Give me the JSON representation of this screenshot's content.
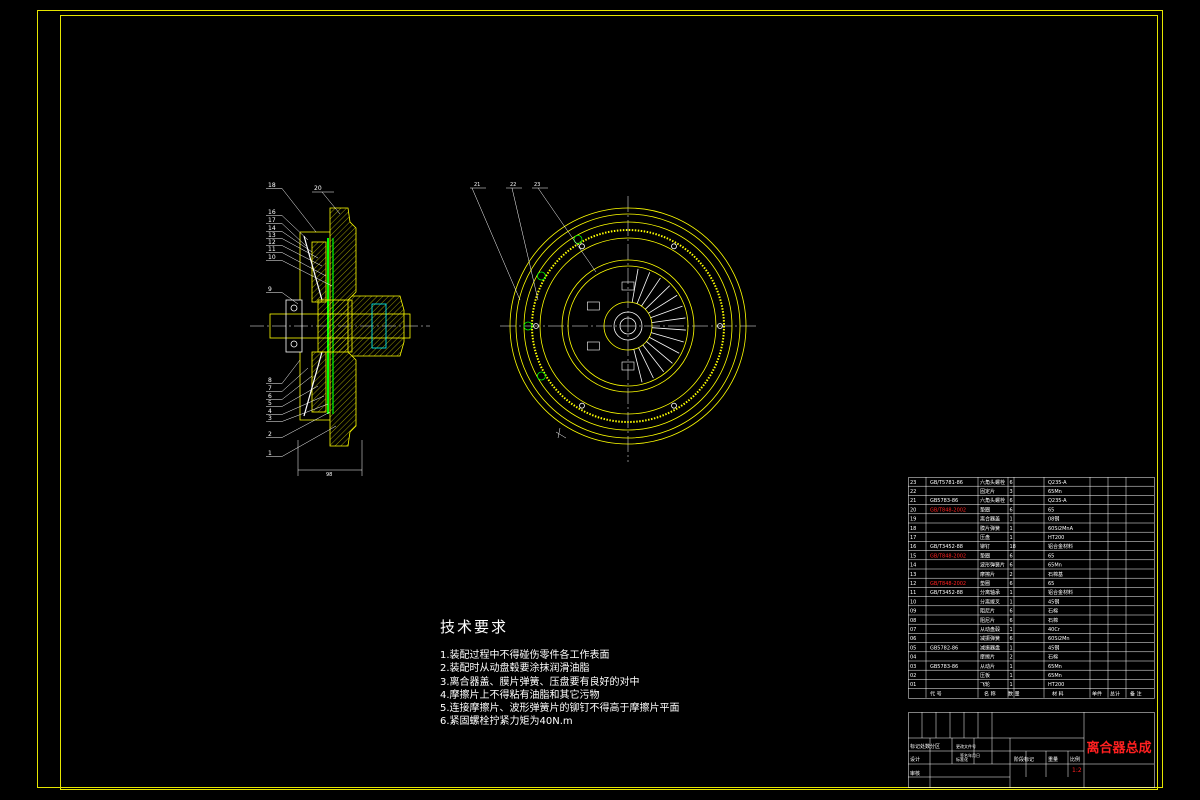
{
  "colors": {
    "frame": "#e6e600",
    "line": "#ffff00",
    "green": "#00ff00",
    "white": "#ffffff",
    "red": "#ff2020",
    "cyan": "#00ffff"
  },
  "drawing": {
    "side_view_labels_left": [
      "18",
      "16",
      "17",
      "14",
      "13",
      "12",
      "11",
      "10",
      "9",
      "8",
      "7",
      "6",
      "5",
      "4",
      "3",
      "2",
      "1"
    ],
    "side_view_label_top": "20",
    "dimension_text": "98",
    "front_view_labels": [
      "21",
      "22",
      "23"
    ]
  },
  "tech_requirements": {
    "title": "技术要求",
    "items": [
      "1.装配过程中不得碰伤零件各工作表面",
      "2.装配时从动盘毂要涂抹润滑油脂",
      "3.离合器盖、膜片弹簧、压盘要有良好的对中",
      "4.摩擦片上不得粘有油脂和其它污物",
      "5.连接摩擦片、波形弹簧片的铆钉不得高于摩擦片平面",
      "6.紧固螺栓拧紧力矩为40N.m"
    ]
  },
  "bom": {
    "rows": [
      {
        "no": "23",
        "code": "GB/T5781-86",
        "name": "六角头螺栓",
        "qty": "6",
        "mat": "Q235-A"
      },
      {
        "no": "22",
        "code": "",
        "name": "固定片",
        "qty": "3",
        "mat": "65Mn"
      },
      {
        "no": "21",
        "code": "GB5783-86",
        "name": "六角头螺栓",
        "qty": "6",
        "mat": "Q235-A"
      },
      {
        "no": "20",
        "code": "GB/T848-2002",
        "name": "垫圈",
        "qty": "6",
        "mat": "65"
      },
      {
        "no": "19",
        "code": "",
        "name": "离合器盖",
        "qty": "1",
        "mat": "08钢"
      },
      {
        "no": "18",
        "code": "",
        "name": "膜片弹簧",
        "qty": "1",
        "mat": "60Si2MnA"
      },
      {
        "no": "17",
        "code": "",
        "name": "压盘",
        "qty": "1",
        "mat": "HT200"
      },
      {
        "no": "16",
        "code": "GB/T3452-88",
        "name": "铆钉",
        "qty": "18",
        "mat": "铝合金材料"
      },
      {
        "no": "15",
        "code": "GB/T848-2002",
        "name": "垫圈",
        "qty": "6",
        "mat": "65"
      },
      {
        "no": "14",
        "code": "",
        "name": "波形弹簧片",
        "qty": "6",
        "mat": "65Mn"
      },
      {
        "no": "13",
        "code": "",
        "name": "摩擦片",
        "qty": "2",
        "mat": "石棉基"
      },
      {
        "no": "12",
        "code": "GB/T848-2002",
        "name": "垫圈",
        "qty": "6",
        "mat": "65"
      },
      {
        "no": "11",
        "code": "GB/T3452-88",
        "name": "分离轴承",
        "qty": "1",
        "mat": "铝合金材料"
      },
      {
        "no": "10",
        "code": "",
        "name": "分离拨叉",
        "qty": "1",
        "mat": "45钢"
      },
      {
        "no": "09",
        "code": "",
        "name": "阻尼片",
        "qty": "6",
        "mat": "石棉"
      },
      {
        "no": "08",
        "code": "",
        "name": "阻尼片",
        "qty": "6",
        "mat": "石棉"
      },
      {
        "no": "07",
        "code": "",
        "name": "从动盘毂",
        "qty": "1",
        "mat": "40Cr"
      },
      {
        "no": "06",
        "code": "",
        "name": "减振弹簧",
        "qty": "6",
        "mat": "60Si2Mn"
      },
      {
        "no": "05",
        "code": "GB5782-86",
        "name": "减振器盘",
        "qty": "1",
        "mat": "45钢"
      },
      {
        "no": "04",
        "code": "",
        "name": "摩擦片",
        "qty": "2",
        "mat": "石棉"
      },
      {
        "no": "03",
        "code": "GB5783-86",
        "name": "从动片",
        "qty": "1",
        "mat": "65Mn"
      },
      {
        "no": "02",
        "code": "",
        "name": "压板",
        "qty": "1",
        "mat": "65Mn"
      },
      {
        "no": "01",
        "code": "",
        "name": "飞轮",
        "qty": "1",
        "mat": "HT200"
      }
    ],
    "header": {
      "code": "代 号",
      "name": "名 称",
      "qty": "数 量",
      "mat": "材 料",
      "unit_weight": "单件",
      "total_weight": "总计",
      "note": "备 注"
    },
    "weight_header": "单件总计"
  },
  "title_block": {
    "title": "离合器总成",
    "left_labels": [
      "标记处数分区",
      "设计",
      "审核"
    ],
    "left_values": [
      "更改文件号",
      "签名年月日",
      "标准化"
    ],
    "mid_labels": [
      "阶段标记",
      "重量",
      "比例"
    ],
    "scale": "1:2"
  }
}
